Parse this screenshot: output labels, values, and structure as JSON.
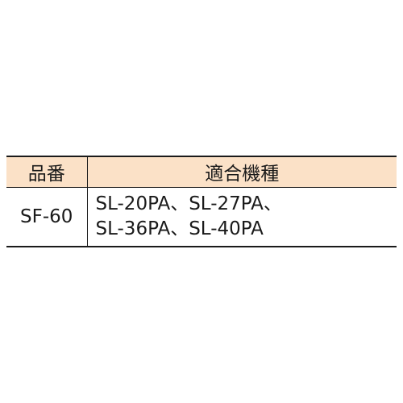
{
  "table": {
    "header": {
      "part_number": "品番",
      "compatible_models": "適合機種"
    },
    "rows": [
      {
        "part_number": "SF-60",
        "compatible_models_lines": [
          "SL-20PA、SL-27PA、",
          "SL-36PA、SL-40PA"
        ]
      }
    ]
  },
  "colors": {
    "header_background": "#fbe1c7",
    "rule": "#1a1a1a"
  }
}
